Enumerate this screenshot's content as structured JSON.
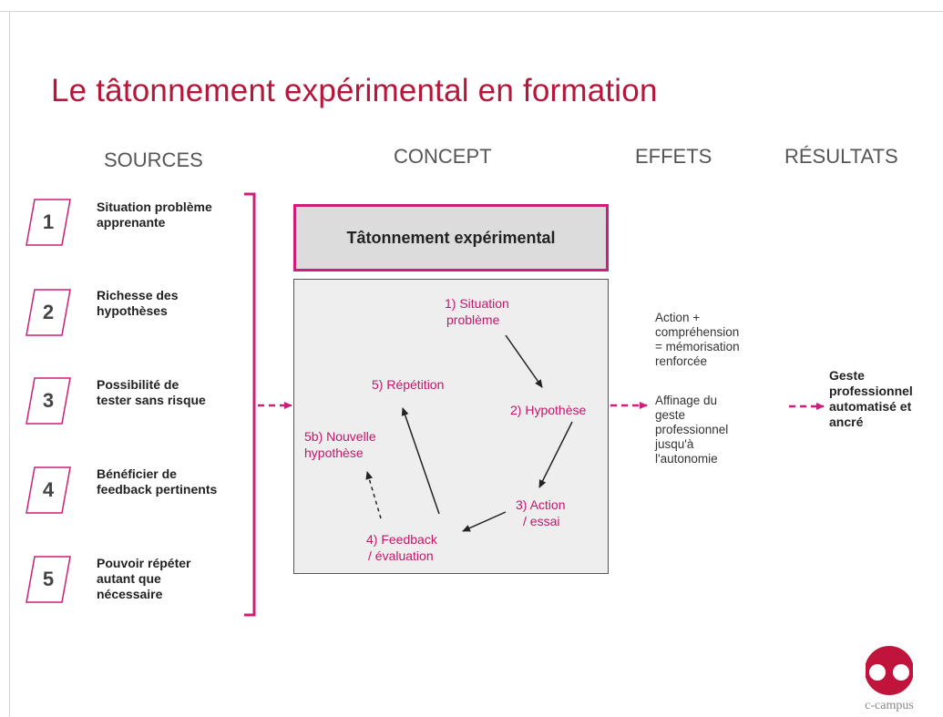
{
  "title": "Le tâtonnement expérimental en formation",
  "columns": {
    "sources": "SOURCES",
    "concept": "CONCEPT",
    "effets": "EFFETS",
    "resultats": "RÉSULTATS"
  },
  "sources": [
    {
      "number": "1",
      "lines": [
        "Situation problème",
        "apprenante"
      ]
    },
    {
      "number": "2",
      "lines": [
        "Richesse des",
        "hypothèses"
      ]
    },
    {
      "number": "3",
      "lines": [
        "Possibilité de",
        "tester sans risque"
      ]
    },
    {
      "number": "4",
      "lines": [
        "Bénéficier de",
        "feedback pertinents"
      ]
    },
    {
      "number": "5",
      "lines": [
        "Pouvoir répéter",
        "autant que",
        "nécessaire"
      ]
    }
  ],
  "concept": {
    "title": "Tâtonnement expérimental",
    "steps": {
      "s1": [
        "1) Situation",
        "problème"
      ],
      "s2": [
        "2) Hypothèse"
      ],
      "s3": [
        "3) Action",
        "/ essai"
      ],
      "s4": [
        "4) Feedback",
        "/ évaluation"
      ],
      "s5": [
        "5) Répétition"
      ],
      "s5b": [
        "5b) Nouvelle",
        "hypothèse"
      ]
    }
  },
  "effets": [
    {
      "lines": [
        "Action +",
        "compréhension",
        "= mémorisation",
        "renforcée"
      ]
    },
    {
      "lines": [
        "Affinage du",
        "geste",
        "professionnel",
        "jusqu'à",
        "l'autonomie"
      ]
    }
  ],
  "resultat": {
    "lines": [
      "Geste",
      "professionnel",
      "automatisé et",
      "ancré"
    ]
  },
  "logo": {
    "text": "c-campus"
  },
  "colors": {
    "accent": "#cc1f78",
    "title": "#b5173b",
    "step_text": "#c2186b",
    "concept_fill": "#dcdcdc",
    "cycle_fill": "#eeeeee"
  }
}
